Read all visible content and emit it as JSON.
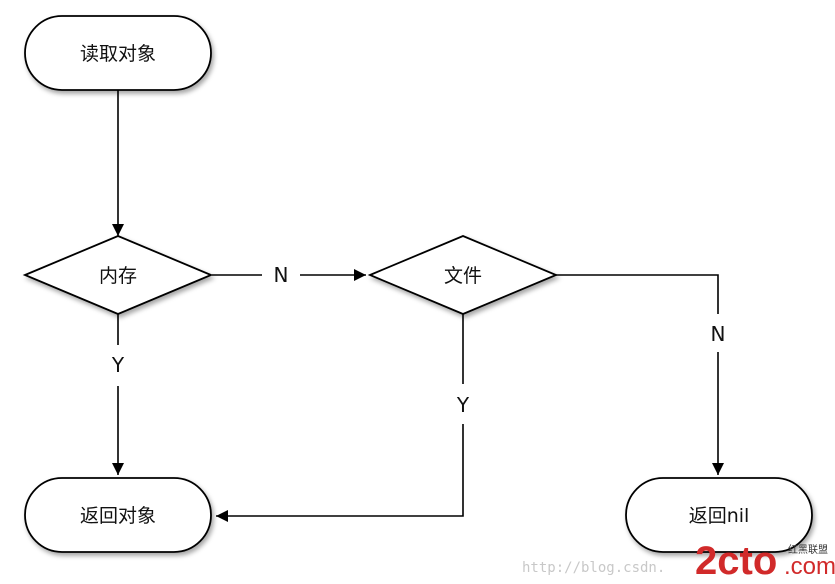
{
  "nodes": {
    "start": {
      "label": "读取对象"
    },
    "memory": {
      "label": "内存"
    },
    "file": {
      "label": "文件"
    },
    "return_object": {
      "label": "返回对象"
    },
    "return_nil": {
      "label": "返回nil"
    }
  },
  "edges": {
    "memory_to_file": {
      "label": "N"
    },
    "memory_to_return": {
      "label": "Y"
    },
    "file_to_return": {
      "label": "Y"
    },
    "file_to_nil": {
      "label": "N"
    }
  },
  "watermark": {
    "url": "http://blog.csdn.",
    "logo": "2cto",
    "logo_suffix": ".com",
    "subtitle": "红黑联盟"
  }
}
